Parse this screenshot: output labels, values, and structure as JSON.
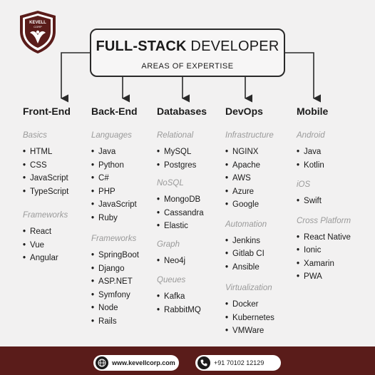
{
  "brand": {
    "name": "KEVELL",
    "sub": "CORP",
    "colors": {
      "maroon": "#5a1c1a",
      "dark": "#1b1b1b",
      "muted": "#9a9a9a",
      "background": "#f2f1f1"
    }
  },
  "header": {
    "title_bold": "FULL-STACK",
    "title_rest": "DEVELOPER",
    "subtitle": "AREAS OF EXPERTISE"
  },
  "columns": [
    {
      "title": "Front-End",
      "groups": [
        {
          "label": "Basics",
          "items": [
            "HTML",
            "CSS",
            "JavaScript",
            "TypeScript"
          ]
        },
        {
          "label": "Frameworks",
          "items": [
            "React",
            "Vue",
            "Angular"
          ]
        }
      ]
    },
    {
      "title": "Back-End",
      "groups": [
        {
          "label": "Languages",
          "items": [
            "Java",
            "Python",
            "C#",
            "PHP",
            "JavaScript",
            "Ruby"
          ]
        },
        {
          "label": "Frameworks",
          "items": [
            "SpringBoot",
            "Django",
            "ASP.NET",
            "Symfony",
            "Node",
            "Rails"
          ]
        }
      ]
    },
    {
      "title": "Databases",
      "groups": [
        {
          "label": "Relational",
          "items": [
            "MySQL",
            "Postgres"
          ]
        },
        {
          "label": "NoSQL",
          "items": [
            "MongoDB",
            "Cassandra",
            "Elastic"
          ]
        },
        {
          "label": "Graph",
          "items": [
            "Neo4j"
          ]
        },
        {
          "label": "Queues",
          "items": [
            "Kafka",
            "RabbitMQ"
          ]
        }
      ]
    },
    {
      "title": "DevOps",
      "groups": [
        {
          "label": "Infrastructure",
          "items": [
            "NGINX",
            "Apache",
            "AWS",
            "Azure",
            "Google"
          ]
        },
        {
          "label": "Automation",
          "items": [
            "Jenkins",
            "Gitlab CI",
            "Ansible"
          ]
        },
        {
          "label": "Virtualization",
          "items": [
            "Docker",
            "Kubernetes",
            "VMWare"
          ]
        }
      ]
    },
    {
      "title": "Mobile",
      "groups": [
        {
          "label": "Android",
          "items": [
            "Java",
            "Kotlin"
          ]
        },
        {
          "label": "iOS",
          "items": [
            "Swift"
          ]
        },
        {
          "label": "Cross Platform",
          "items": [
            "React Native",
            "Ionic",
            "Xamarin",
            "PWA"
          ]
        }
      ]
    }
  ],
  "footer": {
    "website": "www.kevellcorp.com",
    "phone": "+91 70102 12129",
    "website_icon": "globe-icon",
    "phone_icon": "phone-icon"
  }
}
